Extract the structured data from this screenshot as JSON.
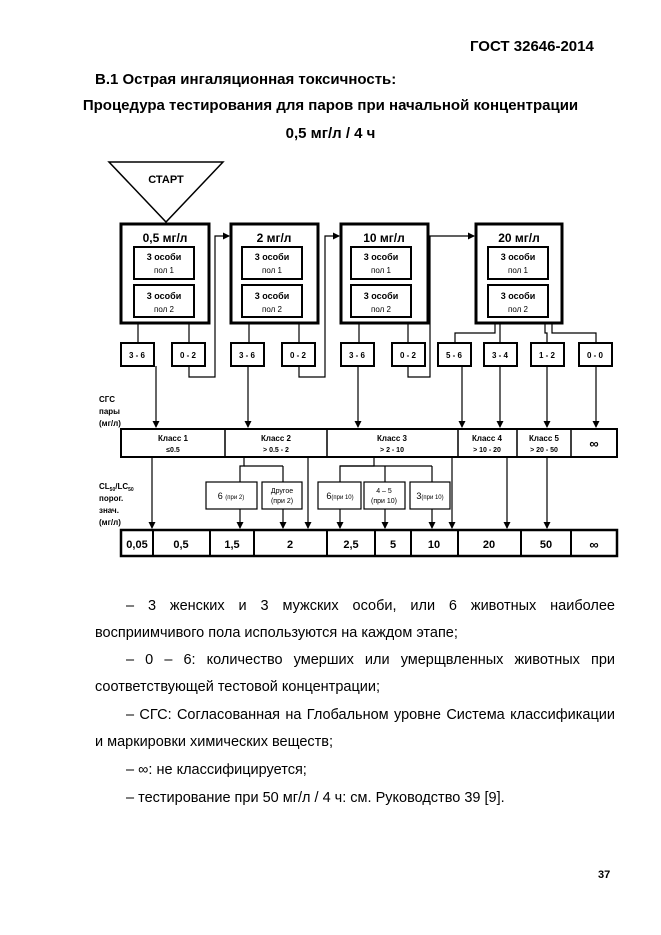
{
  "header": {
    "doc_code": "ГОСТ 32646-2014",
    "section": "В.1 Острая ингаляционная токсичность:",
    "title_line1": "Процедура тестирования для паров при начальной концентрации",
    "title_line2": "0,5 мг/л / 4 ч"
  },
  "flow": {
    "start": "СТАРТ",
    "stages": [
      {
        "conc": "0,5 мг/л",
        "box1": [
          "3 особи",
          "пол 1"
        ],
        "box2": [
          "3 особи",
          "пол 2"
        ]
      },
      {
        "conc": "2 мг/л",
        "box1": [
          "3 особи",
          "пол 1"
        ],
        "box2": [
          "3 особи",
          "пол 2"
        ]
      },
      {
        "conc": "10 мг/л",
        "box1": [
          "3 особи",
          "пол 1"
        ],
        "box2": [
          "3 особи",
          "пол 2"
        ]
      },
      {
        "conc": "20 мг/л",
        "box1": [
          "3 особи",
          "пол 1"
        ],
        "box2": [
          "3 особи",
          "пол 2"
        ]
      }
    ],
    "outcomes": [
      "3 - 6",
      "0 - 2",
      "3 - 6",
      "0 - 2",
      "3 - 6",
      "0 - 2",
      "5 - 6",
      "3 - 4",
      "1 - 2",
      "0 - 0"
    ],
    "ghs_label": [
      "СГС",
      "пары",
      "(мг/л)"
    ],
    "classes": [
      {
        "name": "Класс 1",
        "range": "≤0.5"
      },
      {
        "name": "Класс 2",
        "range": "> 0.5 - 2"
      },
      {
        "name": "Класс 3",
        "range": "> 2 - 10"
      },
      {
        "name": "Класс 4",
        "range": "> 10 - 20"
      },
      {
        "name": "Класс 5",
        "range": "> 20 - 50"
      },
      {
        "name": "∞",
        "range": ""
      }
    ],
    "cl_label": [
      "CL",
      "50",
      "/LC",
      "50",
      "порог.",
      "знач.",
      "(мг/л)"
    ],
    "sub_boxes": [
      {
        "main": "6",
        "sub": "(при 2)"
      },
      {
        "line1": "Другое",
        "line2": "(при 2)"
      },
      {
        "main": "6",
        "sub": "(при 10)"
      },
      {
        "line1": "4 – 5",
        "line2": "(при 10)"
      },
      {
        "main": "3",
        "sub": "(при 10)"
      }
    ],
    "cutoffs": [
      "0,05",
      "0,5",
      "1,5",
      "2",
      "2,5",
      "5",
      "10",
      "20",
      "50",
      "∞"
    ]
  },
  "notes": [
    "– 3 женских и 3 мужских особи, или 6 животных наиболее восприимчивого пола используются на каждом этапе;",
    "– 0 – 6: количество умерших или умерщвленных животных при соответствующей тестовой концентрации;",
    "– СГС: Согласованная на Глобальном уровне Система классификации и маркировки химических веществ;",
    "– ∞: не классифицируется;",
    "– тестирование при 50 мг/л / 4 ч: см. Руководство 39 [9]."
  ],
  "page_number": "37"
}
